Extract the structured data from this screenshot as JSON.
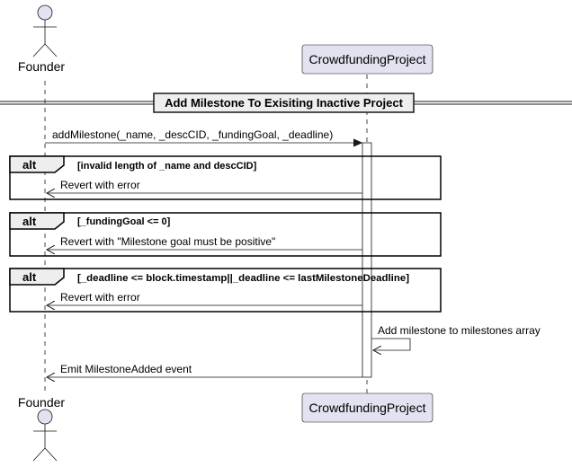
{
  "participants": {
    "actor": {
      "name": "Founder"
    },
    "project": {
      "name": "CrowdfundingProject"
    }
  },
  "separator": {
    "title": "Add Milestone To Exisiting Inactive Project"
  },
  "messages": {
    "m1": "addMilestone(_name, _descCID, _fundingGoal, _deadline)",
    "m2": "Revert with error",
    "m3": "Revert with \"Milestone goal must be positive\"",
    "m4": "Revert with error",
    "m5": "Add milestone to milestones array",
    "m6": "Emit MilestoneAdded event"
  },
  "alts": [
    {
      "label": "alt",
      "guard": "[invalid length of _name and descCID]"
    },
    {
      "label": "alt",
      "guard": "[_fundingGoal <= 0]"
    },
    {
      "label": "alt",
      "guard": "[_deadline <= block.timestamp||_deadline <= lastMilestoneDeadline]"
    }
  ],
  "colors": {
    "participant_fill": "#E2E2F0",
    "participant_border": "#181818",
    "lifeline": "#181818",
    "activation_fill": "#FFFFFF",
    "separator_fill": "#EEEEEE",
    "alt_header_fill": "#EEEEEE"
  }
}
